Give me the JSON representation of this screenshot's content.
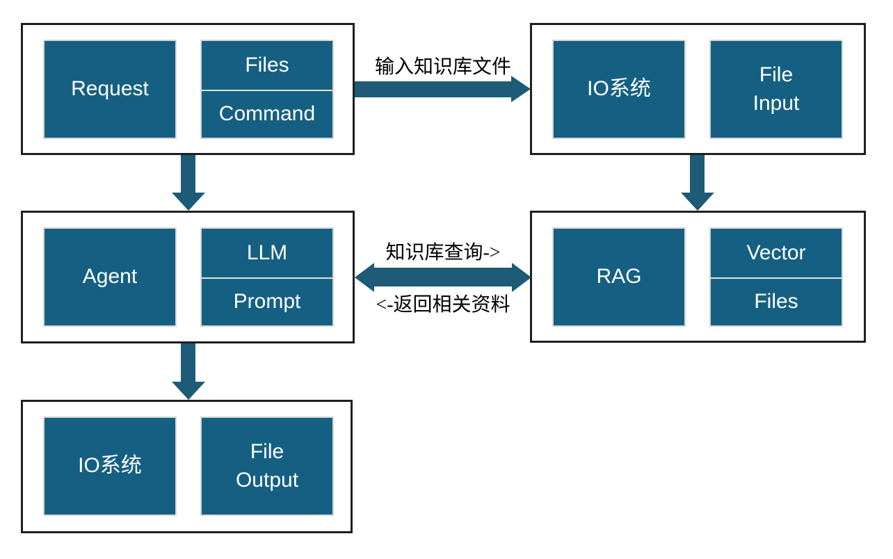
{
  "colors": {
    "box_fill": "#156082",
    "arrow_fill": "#1d5b77",
    "outer_border": "#1f1f1f",
    "inner_border": "#d6d6d6",
    "box_text": "#ffffff",
    "label_text": "#000000"
  },
  "boxes": {
    "request": {
      "main": "Request",
      "sub_top": "Files",
      "sub_bottom": "Command"
    },
    "io_input": {
      "main": "IO系统",
      "sub": "File\nInput"
    },
    "agent": {
      "main": "Agent",
      "sub_top": "LLM",
      "sub_bottom": "Prompt"
    },
    "rag": {
      "main": "RAG",
      "sub_top": "Vector",
      "sub_bottom": "Files"
    },
    "io_output": {
      "main": "IO系统",
      "sub": "File\nOutput"
    }
  },
  "arrows": {
    "top_label": "输入知识库文件",
    "query_label": "知识库查询->",
    "return_label": "<-返回相关资料"
  }
}
